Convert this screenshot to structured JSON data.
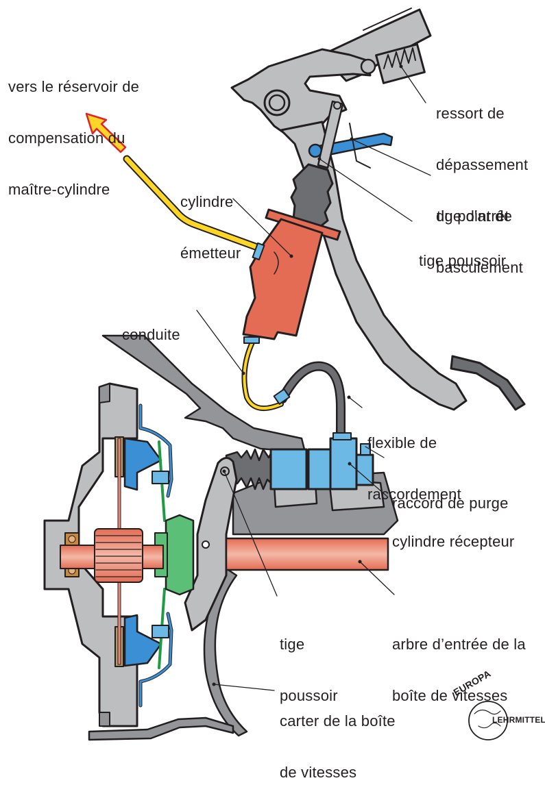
{
  "diagram": {
    "title": "Commande hydraulique d'embrayage",
    "labels": {
      "reservoir": [
        "vers le réservoir de",
        "compensation du",
        "maître-cylindre"
      ],
      "ressort": [
        "ressort de",
        "dépassement",
        "du point de",
        "basculement"
      ],
      "tige_arret": [
        "tige d'arrêt"
      ],
      "tige_poussoir_top": [
        "tige poussoir"
      ],
      "cylindre_emetteur": [
        "cylindre",
        "émetteur"
      ],
      "conduite": [
        "conduite"
      ],
      "flexible": [
        "flexible de",
        "raccordement"
      ],
      "raccord_purge": [
        "raccord de purge"
      ],
      "cylindre_recepteur": [
        "cylindre récepteur"
      ],
      "tige_poussoir_bottom": [
        "tige",
        "poussoir"
      ],
      "arbre": [
        "arbre d’entrée de la",
        "boîte de vitesses"
      ],
      "carter": [
        "carter de la boîte",
        "de vitesses"
      ]
    },
    "logo": {
      "top": "EUROPA",
      "right": "LEHRMITTEL"
    },
    "colors": {
      "outline": "#231f20",
      "gray_light": "#bcbec0",
      "gray_mid": "#939598",
      "gray_dark": "#6d6e71",
      "master_cylinder": "#e46c54",
      "slave_cylinder": "#6cb9e6",
      "blue_part": "#3b8fd4",
      "yellow_line": "#ffd526",
      "arrow_outline": "#e4202a",
      "green_part": "#5cbf77",
      "green_plate": "#1f9a45",
      "shaft": "#e88a78",
      "friction": "#b89a6a",
      "bearing": "#c88a3a"
    }
  }
}
